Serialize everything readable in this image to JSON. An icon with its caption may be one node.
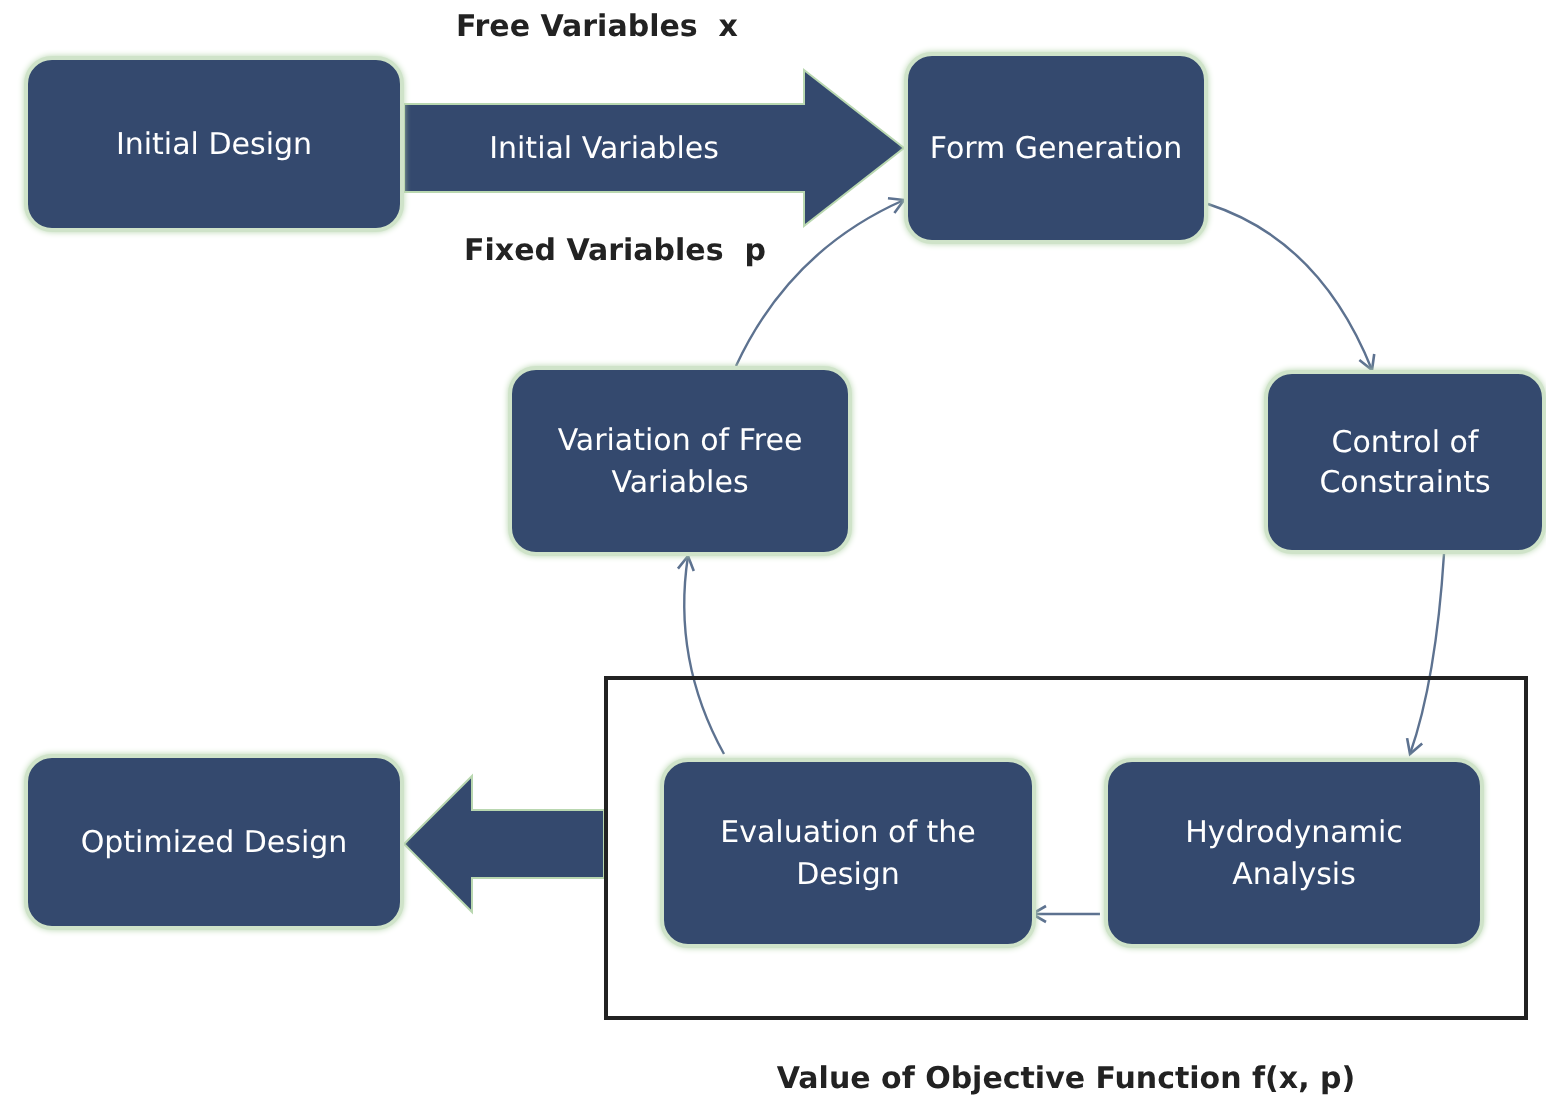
{
  "diagram": {
    "nodes": [
      {
        "text": [
          "Initial Design"
        ]
      },
      {
        "text": [
          "Form Generation"
        ]
      },
      {
        "text": [
          "Control of Constraints"
        ]
      },
      {
        "text": [
          "Value of Objective Function f(x, p)"
        ]
      },
      {
        "text": [
          "Hydrodynamic Analysis"
        ],
        "in": 3
      },
      {
        "text": [
          "Evaluation of the Design"
        ],
        "in": 3
      },
      {
        "text": [
          "Variation of Free Variables"
        ]
      },
      {
        "text": [
          "Optimized Design"
        ]
      }
    ],
    "edges": [
      {
        "from": 0,
        "to": 1,
        "arrow": "to",
        "label": "Initial Variables",
        "style": "thick"
      },
      {
        "from": 1,
        "to": 2,
        "arrow": "to"
      },
      {
        "from": 2,
        "to": 4,
        "arrow": "to"
      },
      {
        "from": 4,
        "to": 5,
        "arrow": "to"
      },
      {
        "from": 5,
        "to": 6,
        "arrow": "to"
      },
      {
        "from": 6,
        "to": 1,
        "arrow": "to"
      },
      {
        "from": 3,
        "to": 7,
        "arrow": "to",
        "style": "thick"
      }
    ],
    "labels": [
      "Free Variables  x",
      "Fixed Variables  p"
    ]
  }
}
